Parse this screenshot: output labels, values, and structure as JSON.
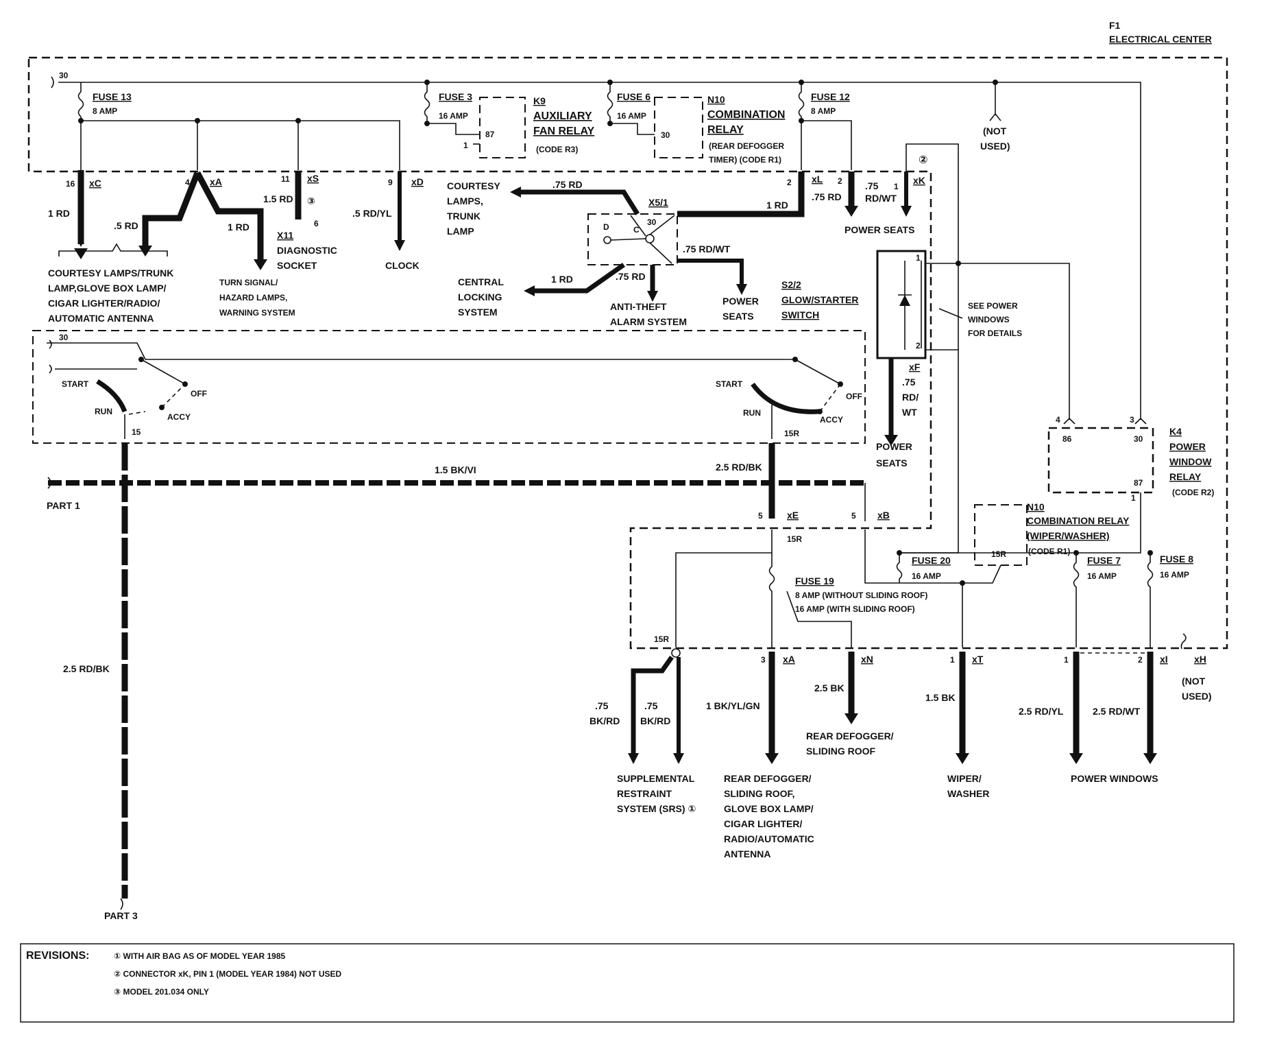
{
  "electrical_center": {
    "id": "F1",
    "title": "ELECTRICAL CENTER"
  },
  "fuses": {
    "fuse13": {
      "name": "FUSE 13",
      "rating": "8 AMP"
    },
    "fuse3": {
      "name": "FUSE 3",
      "rating": "16 AMP"
    },
    "fuse6": {
      "name": "FUSE 6",
      "rating": "16 AMP"
    },
    "fuse12": {
      "name": "FUSE 12",
      "rating": "8 AMP"
    },
    "fuse20": {
      "name": "FUSE 20",
      "rating": "16 AMP"
    },
    "fuse19": {
      "name": "FUSE 19",
      "rating_a": "8 AMP (WITHOUT SLIDING ROOF)",
      "rating_b": "16 AMP (WITH SLIDING ROOF)"
    },
    "fuse7": {
      "name": "FUSE 7",
      "rating": "16 AMP"
    },
    "fuse8": {
      "name": "FUSE 8",
      "rating": "16 AMP"
    }
  },
  "components": {
    "k9": {
      "id": "K9",
      "line1": "AUXILIARY",
      "line2": "FAN RELAY",
      "code": "(CODE R3)",
      "pin": "87",
      "pin_in": "1"
    },
    "n10a": {
      "id": "N10",
      "line1": "COMBINATION",
      "line2": "RELAY",
      "line3": "(REAR DEFOGGER",
      "line4": "TIMER) (CODE R1)",
      "pin": "30"
    },
    "x5": {
      "id": "X5/1",
      "pin_d": "D",
      "pin_c": "C",
      "pin_30": "30"
    },
    "x11": {
      "id": "X11",
      "line1": "DIAGNOSTIC",
      "line2": "SOCKET",
      "pin": "6"
    },
    "s22": {
      "id": "S2/2",
      "line1": "GLOW/STARTER",
      "line2": "SWITCH"
    },
    "k4": {
      "id": "K4",
      "line1": "POWER",
      "line2": "WINDOW",
      "line3": "RELAY",
      "code": "(CODE R2)",
      "pin86": "86",
      "pin30": "30",
      "pin87": "87"
    },
    "n10b": {
      "id": "N10",
      "line1": "COMBINATION RELAY",
      "line2": "(WIPER/WASHER)",
      "code": "(CODE R1)",
      "pin": "15R"
    }
  },
  "ignition": {
    "terminal_30": "30",
    "start": "START",
    "run": "RUN",
    "off": "OFF",
    "accy": "ACCY",
    "out15": "15",
    "out15r": "15R"
  },
  "connectors": {
    "xC": {
      "name": "xC",
      "pin": "16",
      "wire": "1 RD"
    },
    "xA_top": {
      "name": "xA",
      "pin": "4",
      "wire_a": ".5 RD",
      "wire_b": "1 RD"
    },
    "xS": {
      "name": "xS",
      "pin": "11",
      "wire": "1.5 RD",
      "rev": "③"
    },
    "xD": {
      "name": "xD",
      "pin": "9",
      "wire": ".5 RD/YL"
    },
    "xL": {
      "name": "xL",
      "pin": "2",
      "wire": ".75 RD",
      "wire2": "1 RD"
    },
    "xK": {
      "name": "xK",
      "pin_a": "2",
      "pin_b": "1",
      "wire": ".75 RD/WT",
      "wire_l1": ".75",
      "wire_l2": "RD/WT",
      "rev": "②"
    },
    "xF": {
      "name": "xF",
      "wire_l1": ".75",
      "wire_l2": "RD/",
      "wire_l3": "WT"
    },
    "xE": {
      "name": "xE",
      "pin": "5",
      "wire": "2.5 RD/BK",
      "sub": "15R"
    },
    "xB": {
      "name": "xB",
      "pin": "5"
    },
    "xA_bot": {
      "name": "xA",
      "pin": "3",
      "wire": "1 BK/YL/GN"
    },
    "xN": {
      "name": "xN",
      "wire": "2.5 BK"
    },
    "xT": {
      "name": "xT",
      "pin": "1",
      "wire": "1.5 BK"
    },
    "xI1": {
      "name": "xI",
      "pin": "1",
      "wire": "2.5 RD/YL"
    },
    "xI2": {
      "name": "xI",
      "pin": "2",
      "wire": "2.5 RD/WT"
    },
    "xH": {
      "name": "xH"
    },
    "srs_node": "15R"
  },
  "wires": {
    "courtesy": ".75 RD",
    "central": "1 RD",
    "antitheft": ".75 RD",
    "power_seats_x5": ".75 RD/WT",
    "part1_line": "1.5 BK/VI",
    "part3_line": "2.5 RD/BK",
    "srs_a_l1": ".75",
    "srs_a_l2": "BK/RD",
    "srs_b_l1": ".75",
    "srs_b_l2": "BK/RD"
  },
  "destinations": {
    "courtesy1": "COURTESY LAMPS/TRUNK",
    "courtesy2": "LAMP,GLOVE BOX LAMP/",
    "courtesy3": "CIGAR LIGHTER/RADIO/",
    "courtesy4": "AUTOMATIC ANTENNA",
    "turn1": "TURN SIGNAL/",
    "turn2": "HAZARD LAMPS,",
    "turn3": "WARNING SYSTEM",
    "clock": "CLOCK",
    "ct1": "COURTESY",
    "ct2": "LAMPS,",
    "ct3": "TRUNK",
    "ct4": "LAMP",
    "cl1": "CENTRAL",
    "cl2": "LOCKING",
    "cl3": "SYSTEM",
    "at1": "ANTI-THEFT",
    "at2": "ALARM SYSTEM",
    "ps_mid1": "POWER",
    "ps_mid2": "SEATS",
    "ps_top": "POWER SEATS",
    "ps_right1": "POWER",
    "ps_right2": "SEATS",
    "notused1": "(NOT",
    "notused2": "USED)",
    "see1": "SEE POWER",
    "see2": "WINDOWS",
    "see3": "FOR DETAILS",
    "srs1": "SUPPLEMENTAL",
    "srs2": "RESTRAINT",
    "srs3": "SYSTEM (SRS) ①",
    "rd1": "REAR DEFOGGER/",
    "rd2": "SLIDING ROOF,",
    "rd3": "GLOVE BOX LAMP/",
    "rd4": "CIGAR LIGHTER/",
    "rd5": "RADIO/AUTOMATIC",
    "rd6": "ANTENNA",
    "rds1": "REAR DEFOGGER/",
    "rds2": "SLIDING ROOF",
    "ww1": "WIPER/",
    "ww2": "WASHER",
    "pw": "POWER WINDOWS",
    "xh1": "(NOT",
    "xh2": "USED)",
    "part1": "PART 1",
    "part3": "PART 3"
  },
  "revisions": {
    "title": "REVISIONS:",
    "r1": "① WITH AIR BAG AS OF MODEL YEAR 1985",
    "r2": "② CONNECTOR xK, PIN 1 (MODEL YEAR 1984) NOT USED",
    "r3": "③ MODEL 201.034 ONLY"
  }
}
